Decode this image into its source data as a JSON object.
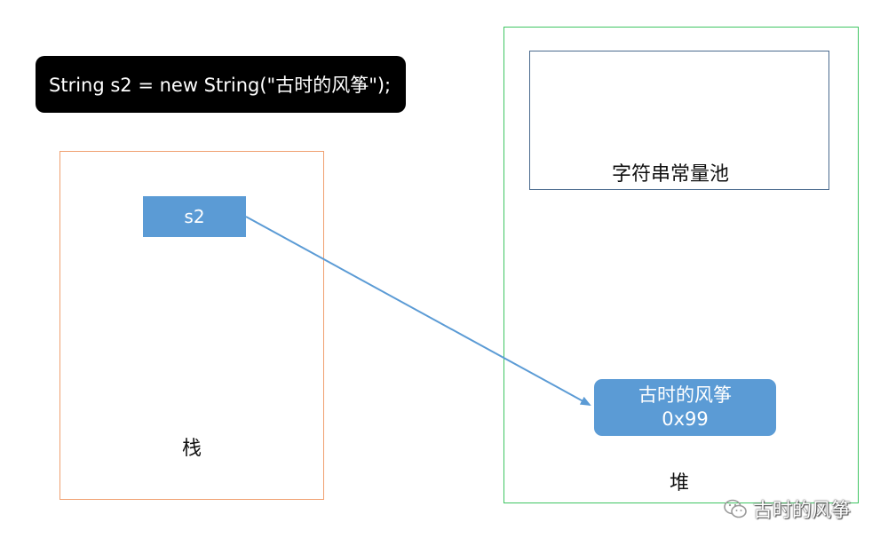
{
  "code": {
    "text": "String s2 = new String(\"古时的风筝\");"
  },
  "stack": {
    "label": "栈",
    "variable": "s2"
  },
  "heap": {
    "label": "堆",
    "pool_label": "字符串常量池",
    "object_value": "古时的风筝",
    "object_address": "0x99"
  },
  "watermark": {
    "text": "古时的风筝",
    "icon": "wechat-icon"
  },
  "colors": {
    "stack_border": "#f0a070",
    "heap_border": "#3fc562",
    "pool_border": "#4a6a8e",
    "box_fill": "#5b9bd5",
    "arrow": "#5b9bd5",
    "code_bg": "#000000"
  }
}
